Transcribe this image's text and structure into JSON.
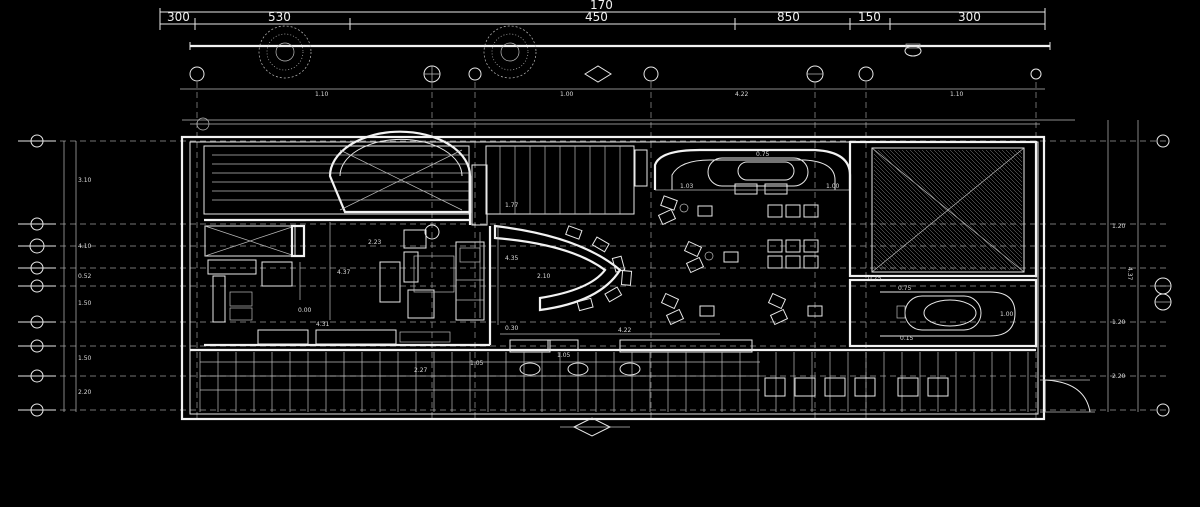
{
  "drawing": {
    "overall_dimension": "170",
    "top_dimensions": [
      "300",
      "530",
      "450",
      "850",
      "150",
      "300"
    ],
    "interior_dimensions": [
      "0.75",
      "1.77",
      "1.03",
      "1.00",
      "2.23",
      "4.37",
      "4.35",
      "2.10",
      "0.00",
      "4.31",
      "0.30",
      "4.22",
      "1.05",
      "0.75",
      "2.27",
      "1.05",
      "0.15",
      "1.00",
      "0.75"
    ],
    "grid_top_labels": [
      "1.10",
      "1.00",
      "4.22",
      "1.10"
    ],
    "right_side_labels": [
      "1.20",
      "1.20",
      "2.20"
    ],
    "left_side_labels": [
      "3.10",
      "4.10",
      "0.52",
      "1.50",
      "1.50",
      "2.20"
    ],
    "colors": {
      "background": "#000000",
      "lines": "#e8e8e8",
      "hatch": "#8a8a8a"
    },
    "icons": [
      "grid-bubble-icon",
      "section-marker-icon",
      "tree-icon",
      "north-marker-icon"
    ]
  }
}
